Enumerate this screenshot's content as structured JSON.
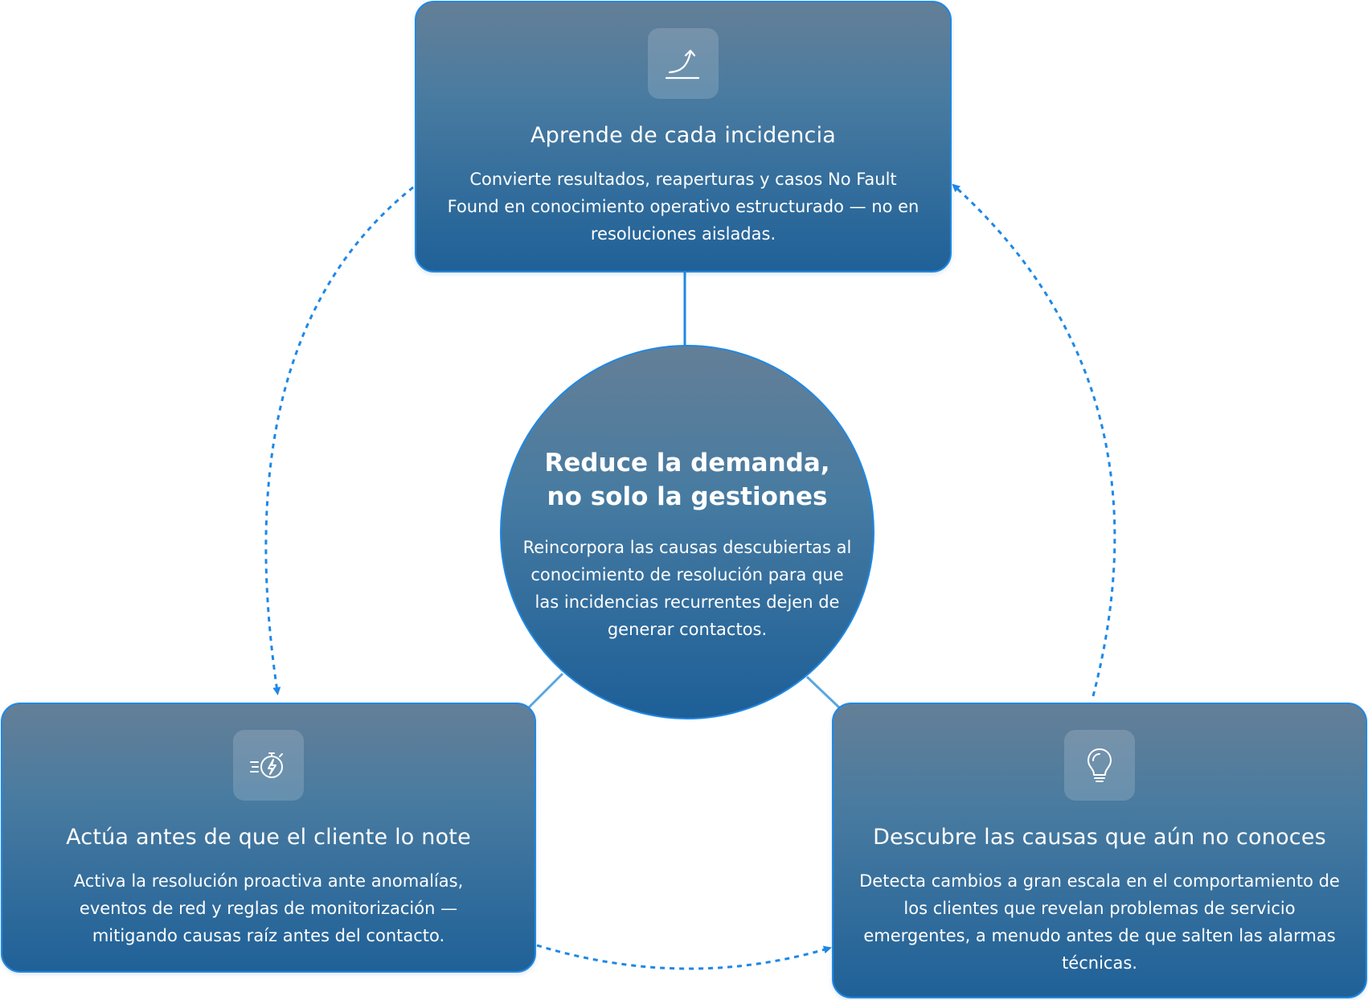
{
  "center": {
    "title_line1": "Reduce la demanda,",
    "title_line2": "no solo la gestiones",
    "description": "Reincorpora las causas descubiertas al conocimiento de resolución para que las incidencias recurrentes dejen de generar contactos."
  },
  "cards": [
    {
      "icon": "growth-curve-icon",
      "title": "Aprende de cada incidencia",
      "description": "Convierte resultados, reaperturas y casos No Fault Found en conocimiento operativo estructurado — no en resoluciones aisladas."
    },
    {
      "icon": "stopwatch-lightning-icon",
      "title": "Actúa antes de que el cliente lo note",
      "description": "Activa la resolución proactiva ante anomalías, eventos de red y reglas de monitorización — mitigando causas raíz antes del contacto."
    },
    {
      "icon": "lightbulb-icon",
      "title": "Descubre las causas que aún no conoces",
      "description": "Detecta cambios a gran escala en el comportamiento de los clientes que revelan problemas de servicio emergentes, a menudo antes de que salten las alarmas técnicas."
    }
  ],
  "colors": {
    "accent": "#1e88e5",
    "card_top": "#647f97",
    "card_bottom": "#1f6198",
    "connector": "#1e88e5",
    "connector_light": "#5aa7e0"
  }
}
